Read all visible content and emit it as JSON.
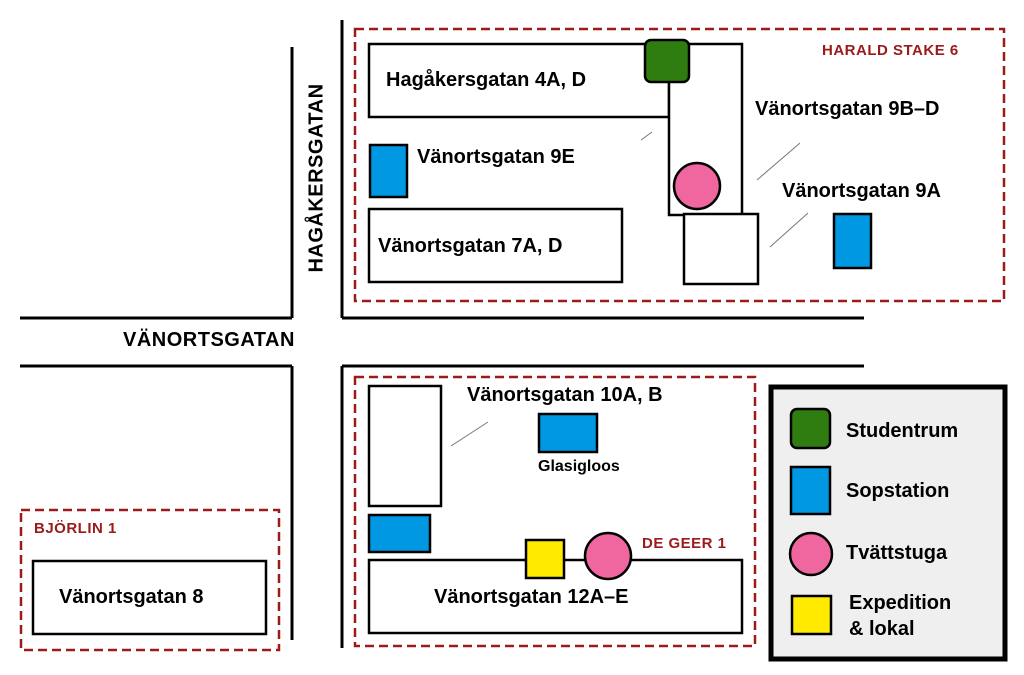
{
  "map": {
    "streets": {
      "horizontal": "VÄNORTSGATAN",
      "vertical": "HAGÅKERSGATAN"
    },
    "areas": {
      "harald": "HARALD STAKE 6",
      "bjorlin": "BJÖRLIN 1",
      "degeer": "DE GEER 1"
    },
    "buildings": {
      "hag4ad": "Hagåkersgatan 4A, D",
      "van9e": "Vänortsgatan 9E",
      "van7ad": "Vänortsgatan 7A, D",
      "van9bd": "Vänortsgatan 9B–D",
      "van9a": "Vänortsgatan 9A",
      "van10ab": "Vänortsgatan 10A, B",
      "glasigloos": "Glasigloos",
      "van8": "Vänortsgatan 8",
      "van12ae": "Vänortsgatan 12A–E"
    },
    "colors": {
      "studentrum": "#2f7d11",
      "sopstation": "#0098e2",
      "tvattstuga": "#f0679f",
      "expedition": "#ffea00",
      "boundary": "#9b1a1a"
    }
  },
  "legend": {
    "items": [
      {
        "label": "Studentrum",
        "icon": "green-square"
      },
      {
        "label": "Sopstation",
        "icon": "blue-square"
      },
      {
        "label": "Tvättstuga",
        "icon": "pink-circle"
      },
      {
        "label": "Expedition\n& lokal",
        "icon": "yellow-square"
      }
    ]
  }
}
